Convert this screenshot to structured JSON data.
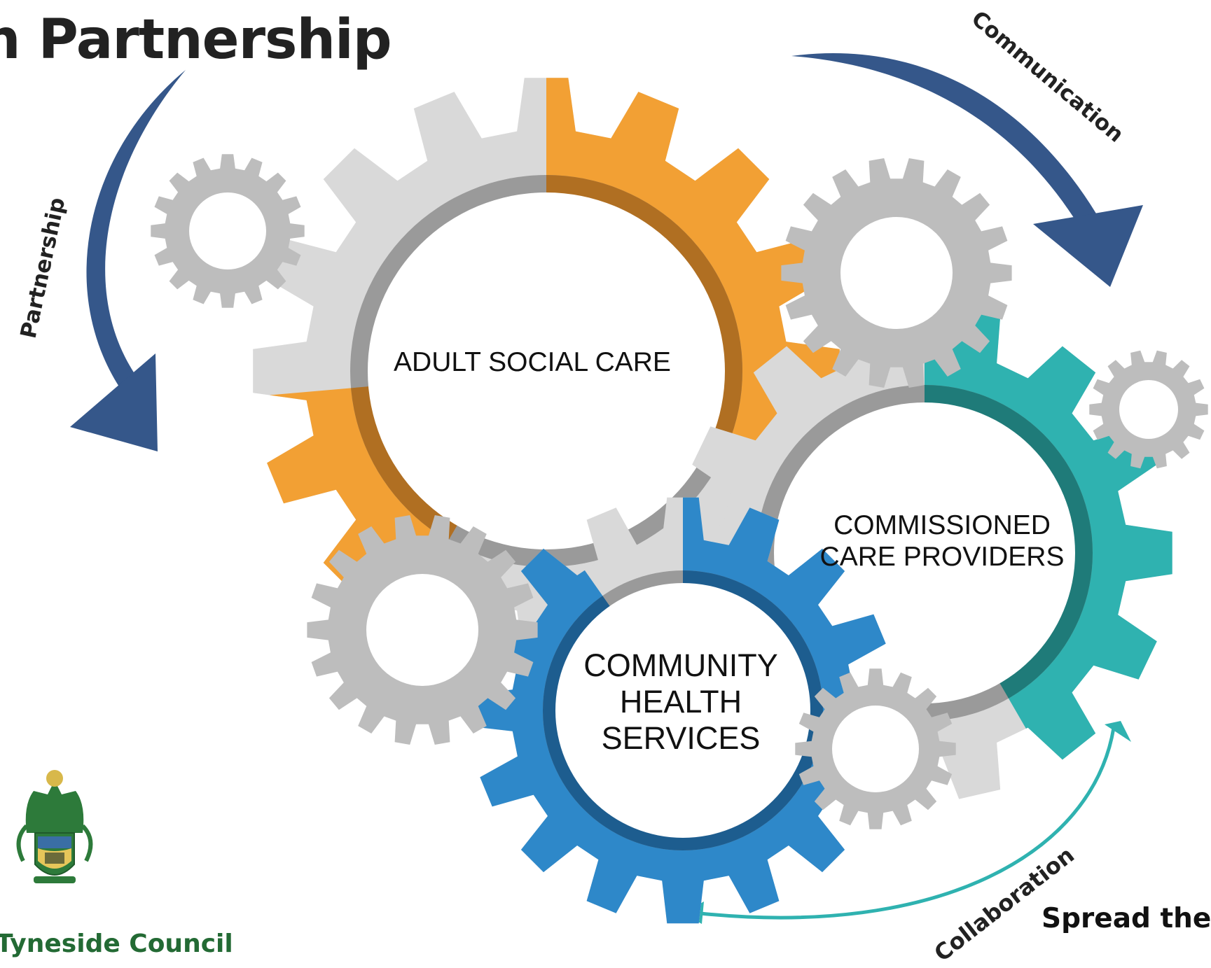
{
  "title": "n Partnership",
  "gears": {
    "adult_social_care": "ADULT SOCIAL CARE",
    "commissioned_line1": "COMMISSIONED",
    "commissioned_line2": "CARE PROVIDERS",
    "community_line1": "COMMUNITY",
    "community_line2": "HEALTH",
    "community_line3": "SERVICES"
  },
  "arrows": {
    "partnership": "Partnership",
    "communication": "Communication",
    "collaboration": "Collaboration"
  },
  "footer": {
    "spread": "Spread the w",
    "council": "Tyneside Council"
  },
  "colors": {
    "orange": "#f2a034",
    "orange_dark": "#b06f22",
    "teal": "#2fb2b0",
    "teal_dark": "#1f7b79",
    "blue": "#2e88c9",
    "blue_dark": "#1d5d8f",
    "grey_light": "#d9d9d9",
    "grey_mid": "#bdbdbd",
    "grey_ring": "#9a9a9a",
    "arrow_navy": "#35578a",
    "arrow_teal": "#2fb2b0"
  }
}
